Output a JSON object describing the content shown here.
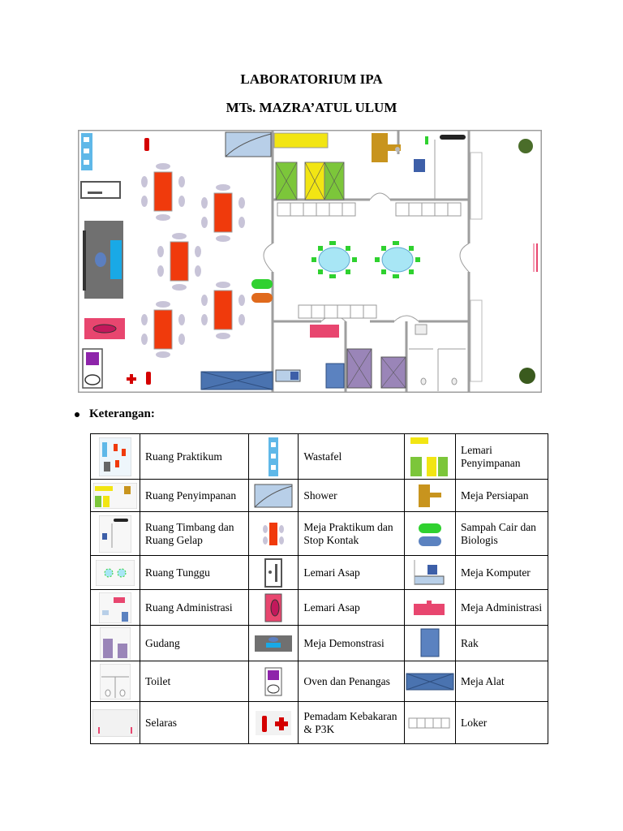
{
  "title_line1": "LABORATORIUM IPA",
  "title_line2": "MTs. MAZRA’ATUL ULUM",
  "keterangan_label": "Keterangan:",
  "legend": [
    [
      "Ruang Praktikum",
      "Wastafel",
      "Lemari Penyimpanan"
    ],
    [
      "Ruang Penyimpanan",
      "Shower",
      "Meja Persiapan"
    ],
    [
      "Ruang Timbang dan Ruang Gelap",
      "Meja Praktikum dan Stop Kontak",
      "Sampah Cair dan Biologis"
    ],
    [
      "Ruang Tunggu",
      "Lemari Asap",
      "Meja Komputer"
    ],
    [
      "Ruang Administrasi",
      "Lemari Asap",
      "Meja Administrasi"
    ],
    [
      "Gudang",
      "Meja Demonstrasi",
      "Rak"
    ],
    [
      "Toilet",
      "Oven dan Penangas",
      "Meja Alat"
    ],
    [
      "Selaras",
      "Pemadam Kebakaran & P3K",
      "Loker"
    ]
  ],
  "colors": {
    "wall": "#9e9e9e",
    "table_red": "#f03a0c",
    "stool": "#c8c4d8",
    "cabinet_green": "#7cc63a",
    "cabinet_yellow": "#f2e513",
    "round_table": "#a8e6f5",
    "chair_green": "#2fd12f",
    "purple": "#9a85b8",
    "blue": "#4a73b0",
    "pink": "#e8466f",
    "orange": "#e06a1c"
  }
}
